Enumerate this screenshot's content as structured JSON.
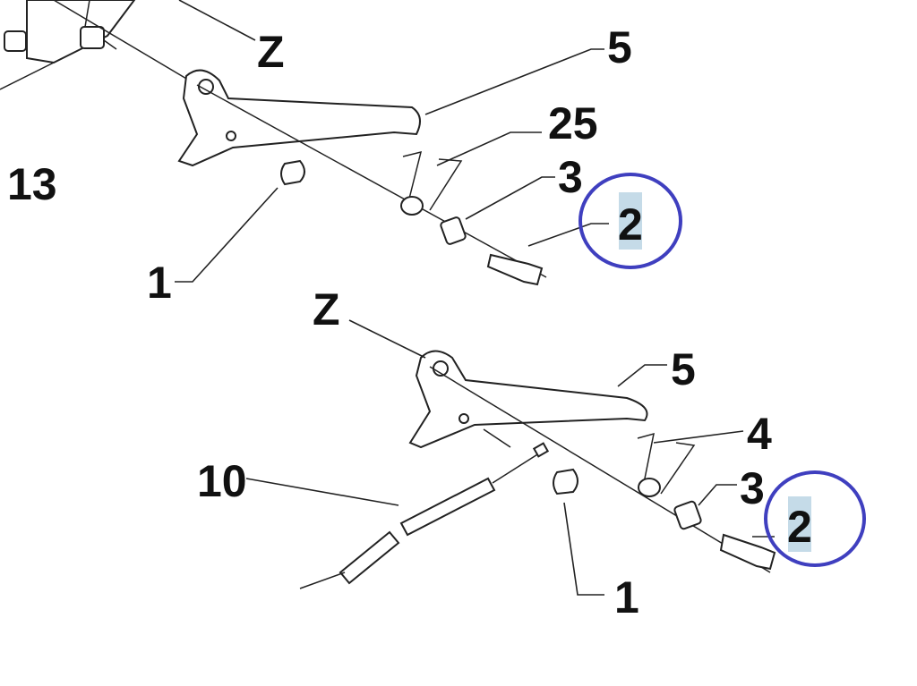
{
  "diagram": {
    "labels": {
      "top_z": "Z",
      "top_5": "5",
      "top_25": "25",
      "top_3": "3",
      "top_2": "2",
      "left_13": "13",
      "top_1": "1",
      "bottom_z": "Z",
      "bottom_5": "5",
      "bottom_4": "4",
      "bottom_3": "3",
      "bottom_2": "2",
      "bottom_10": "10",
      "bottom_1": "1"
    },
    "highlight": {
      "circle_color": "#3f3fbf",
      "text_highlight_color": "#c5dbe8"
    }
  }
}
